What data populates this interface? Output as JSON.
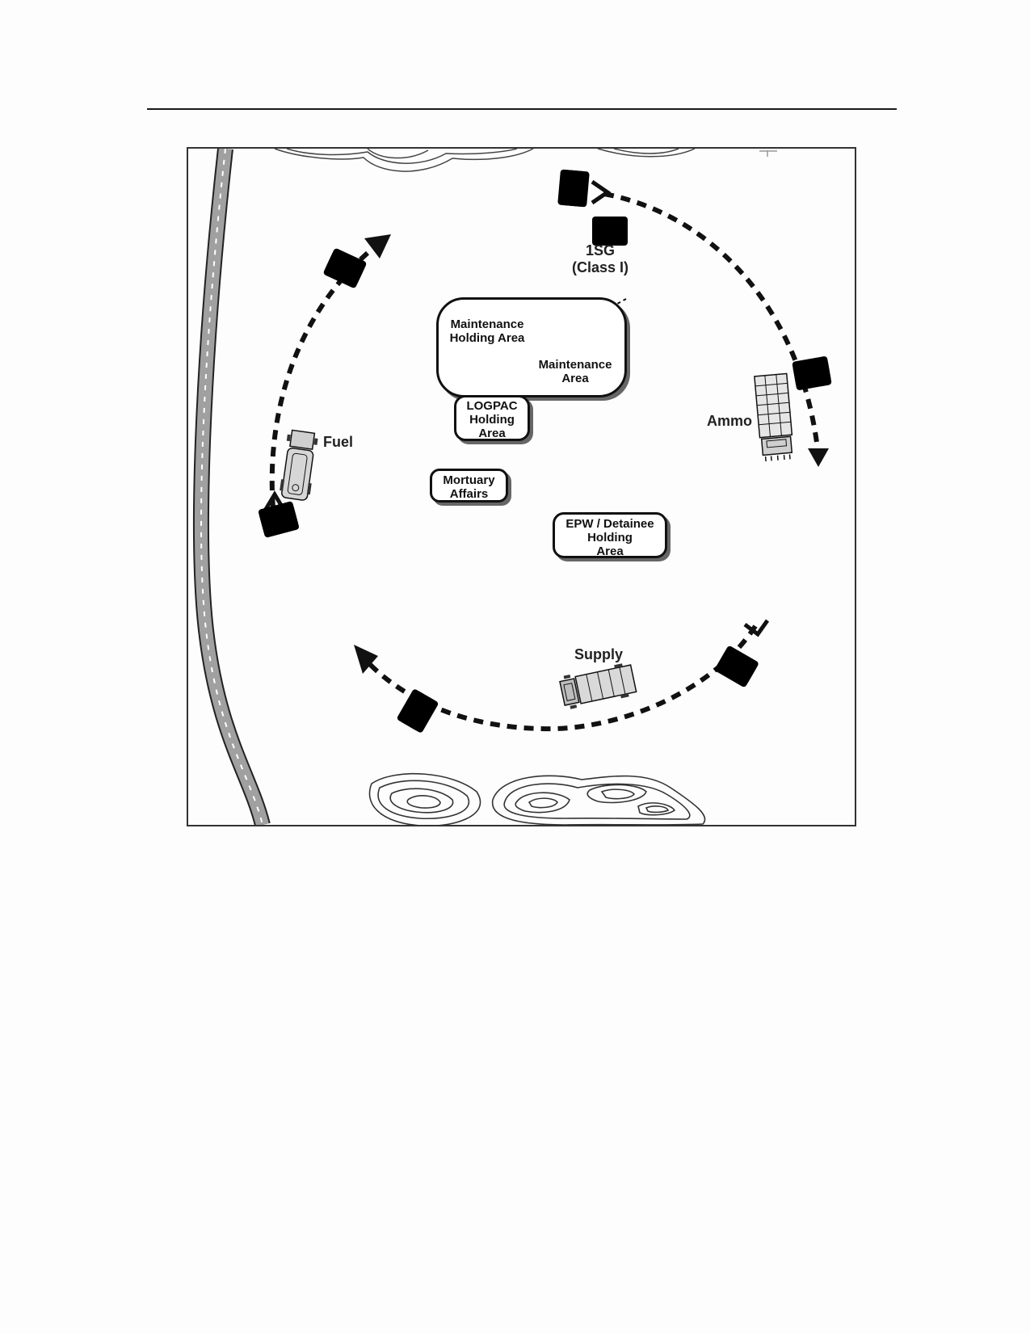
{
  "areas": {
    "maintenance_holding": "Maintenance\nHolding Area",
    "maintenance": "Maintenance\nArea",
    "logpac": "LOGPAC\nHolding\nArea",
    "mortuary": "Mortuary\nAffairs",
    "epw": "EPW / Detainee\nHolding\nArea"
  },
  "labels": {
    "fuel": "Fuel",
    "ammo": "Ammo",
    "supply": "Supply",
    "first_sergeant": "1SG",
    "class_one": "(Class I)"
  },
  "colors": {
    "line": "#111111",
    "vehicle": "#6a6a6a",
    "road": "#9a9a9a",
    "contour": "#444444"
  }
}
